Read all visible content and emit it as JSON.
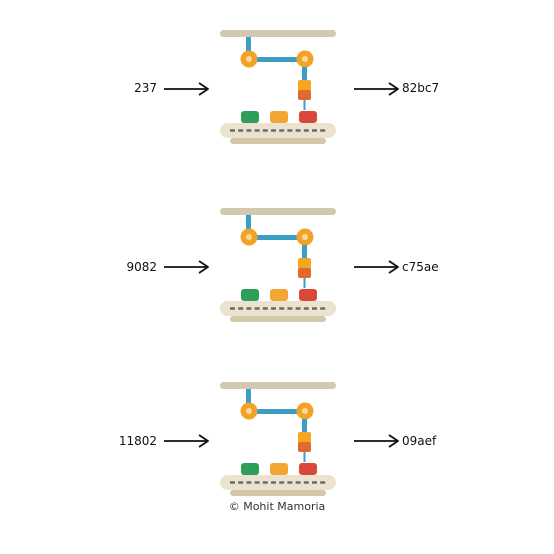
{
  "rows": [
    {
      "input": "237",
      "output": "82bc7"
    },
    {
      "input": "9082",
      "output": "c75ae"
    },
    {
      "input": "11802",
      "output": "09aef"
    }
  ],
  "credit": "© Mohit Mamoria",
  "colors": {
    "rail": "#d2c8ae",
    "arm": "#3a9fc6",
    "joint": "#f1a227",
    "joint_inner": "#f8d9a0",
    "head_top": "#f5a623",
    "head_bottom": "#e06a2c",
    "block_green": "#2e9e5b",
    "block_orange": "#f3a632",
    "block_red": "#d9483b",
    "belt": "#ebe3cf",
    "belt_edge": "#d3c8a8",
    "belt_dash": "#6f6a60",
    "arrow": "#111111"
  }
}
